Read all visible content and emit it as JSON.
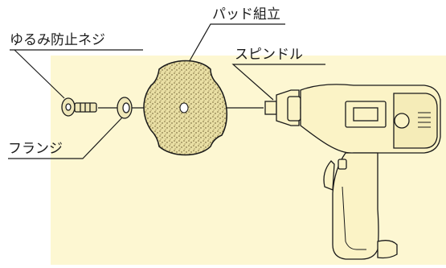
{
  "colors": {
    "background_panel": "#fdf7d2",
    "line": "#1a1a1a",
    "pad_fill": "#e9dfa4"
  },
  "labels": {
    "pad_assembly": "パッド組立",
    "lock_screw": "ゆるみ防止ネジ",
    "spindle": "スピンドル",
    "flange": "フランジ"
  }
}
